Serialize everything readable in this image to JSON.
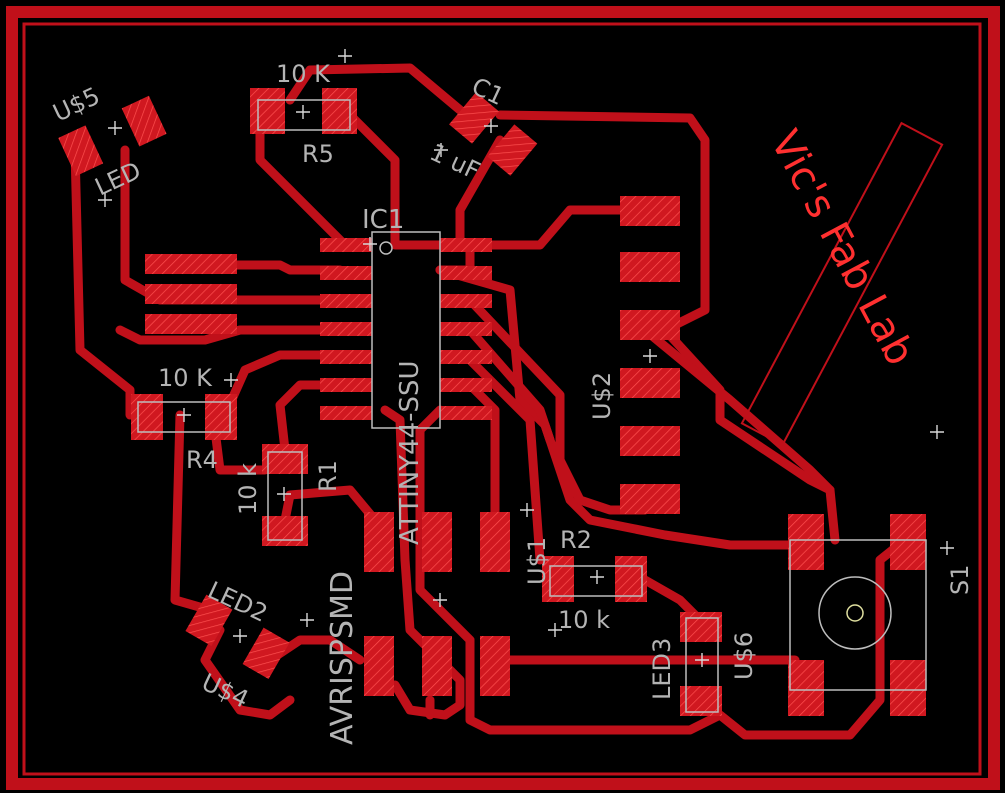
{
  "colors": {
    "background": "#000000",
    "copper": "#c0101a",
    "pad": "#d01820",
    "outline": "#c8c8c8",
    "silk_text": "#b4b4b4",
    "highlight_text": "#ff3030"
  },
  "board": {
    "title_text": "Vic's Fab Lab"
  },
  "components": {
    "u5": {
      "name": "U$5",
      "value": "LED"
    },
    "r5": {
      "name": "R5",
      "value": "10 K"
    },
    "c1": {
      "name": "C1",
      "value": "1 uF"
    },
    "ic1": {
      "name": "IC1",
      "value": "ATTINY44-SSU"
    },
    "u2": {
      "name": "U$2"
    },
    "r4": {
      "name": "R4",
      "value": "10 K"
    },
    "r1": {
      "name": "R1",
      "value": "10 k"
    },
    "avr": {
      "name": "AVRISPSMD"
    },
    "led2": {
      "name": "LED2",
      "package": "U$4"
    },
    "u1": {
      "name": "U$1"
    },
    "r2": {
      "name": "R2",
      "value": "10 k"
    },
    "led3": {
      "name": "LED3",
      "package": "U$6"
    },
    "s1": {
      "name": "S1"
    }
  }
}
